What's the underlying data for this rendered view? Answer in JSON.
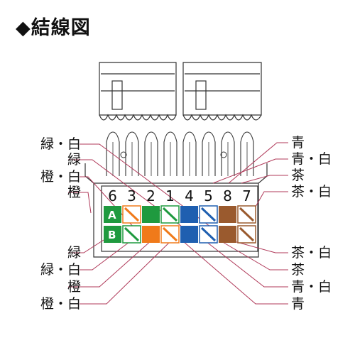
{
  "heading": "◆結線図",
  "pin_numbers": [
    "6",
    "3",
    "2",
    "1",
    "4",
    "5",
    "8",
    "7"
  ],
  "row_labels": [
    "A",
    "B"
  ],
  "labels_left_top": [
    "緑・白",
    "緑",
    "橙・白",
    "橙"
  ],
  "labels_left_bottom": [
    "緑",
    "緑・白",
    "橙",
    "橙・白"
  ],
  "labels_right_top": [
    "青",
    "青・白",
    "茶",
    "茶・白"
  ],
  "labels_right_bottom": [
    "茶・白",
    "茶",
    "青・白",
    "青"
  ],
  "colors": {
    "green": "#1f9a3f",
    "orange": "#f07a1a",
    "blue": "#1f5fb0",
    "brown": "#9a5a2e",
    "line": "#b03a5a",
    "outline": "#333333"
  },
  "row_a": [
    {
      "color": "green",
      "striped": false
    },
    {
      "color": "orange",
      "striped": true
    },
    {
      "color": "green",
      "striped": false
    },
    {
      "color": "green",
      "striped": true
    },
    {
      "color": "blue",
      "striped": false
    },
    {
      "color": "blue",
      "striped": true
    },
    {
      "color": "brown",
      "striped": false
    },
    {
      "color": "brown",
      "striped": true
    }
  ],
  "row_b": [
    {
      "color": "green",
      "striped": false
    },
    {
      "color": "green",
      "striped": true
    },
    {
      "color": "orange",
      "striped": false
    },
    {
      "color": "orange",
      "striped": true
    },
    {
      "color": "blue",
      "striped": false
    },
    {
      "color": "blue",
      "striped": true
    },
    {
      "color": "brown",
      "striped": false
    },
    {
      "color": "brown",
      "striped": true
    }
  ]
}
